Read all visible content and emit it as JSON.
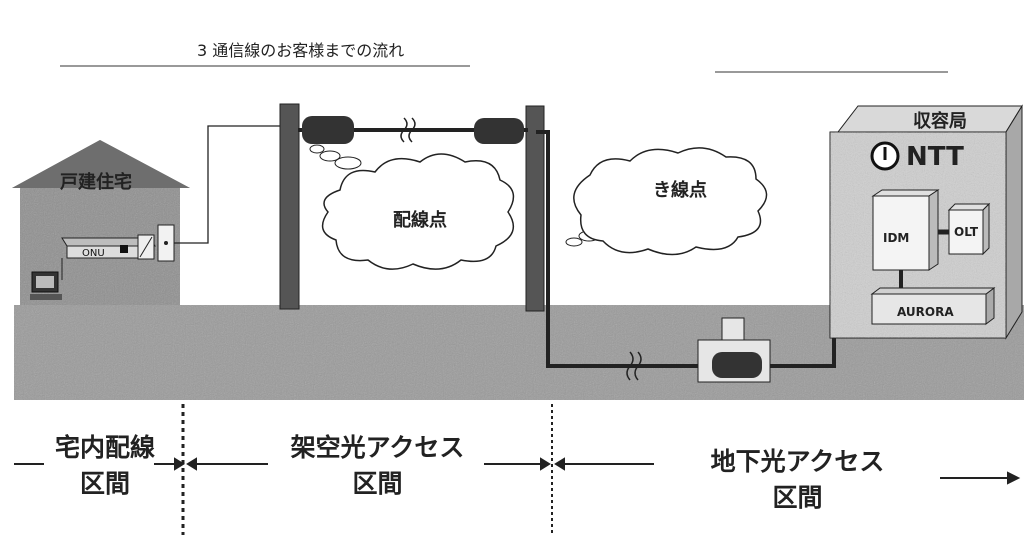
{
  "heading": "3 通信線のお客様までの流れ",
  "house": {
    "label": "戸建住宅",
    "onu_label": "ONU"
  },
  "clouds": {
    "distribution": "配線点",
    "branch": "き線点"
  },
  "office": {
    "title": "収容局",
    "brand": "NTT",
    "idm": "IDM",
    "olt": "OLT",
    "aurora": "AURORA"
  },
  "sections": {
    "indoor": {
      "line1": "宅内配線",
      "line2": "区間"
    },
    "aerial": {
      "line1": "架空光アクセス",
      "line2": "区間"
    },
    "underground": {
      "line1": "地下光アクセス",
      "line2": "区間"
    }
  }
}
